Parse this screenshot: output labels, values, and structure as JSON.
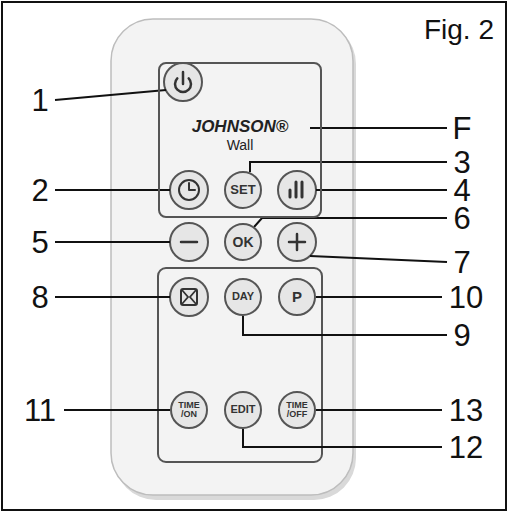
{
  "diagram": {
    "title": "Fig. 2",
    "nodes": [
      {
        "text": [
          "JOHNSON®",
          "Wall"
        ]
      },
      {
        "text": [
          "SET"
        ],
        "in": 0
      },
      {
        "text": [
          "OK"
        ]
      },
      {
        "text": [
          "DAY"
        ]
      },
      {
        "text": [
          "P"
        ]
      },
      {
        "text": [
          "TIME /ON"
        ]
      },
      {
        "text": [
          "EDIT"
        ]
      },
      {
        "text": [
          "TIME /OFF"
        ]
      }
    ],
    "labels": [
      "1",
      "F",
      "2",
      "3",
      "4",
      "5",
      "6",
      "7",
      "8",
      "10",
      "9",
      "11",
      "13",
      "12"
    ]
  }
}
